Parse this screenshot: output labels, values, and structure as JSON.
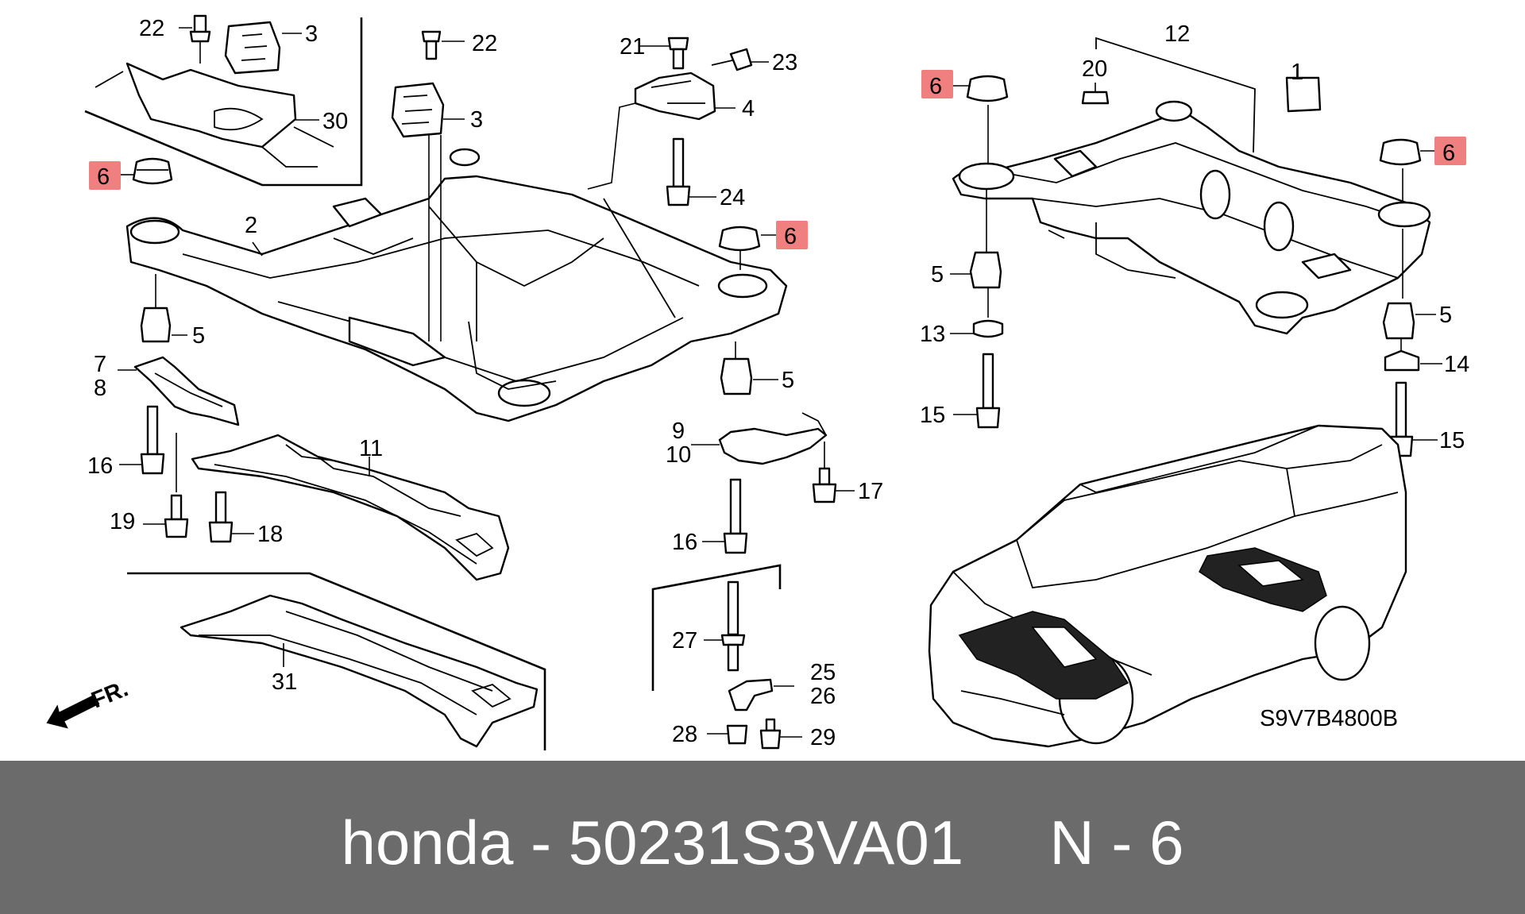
{
  "diagram": {
    "callouts": {
      "c22a": "22",
      "c3a": "3",
      "c30": "30",
      "c6a": "6",
      "c2": "2",
      "c5a": "5",
      "c7": "7",
      "c8": "8",
      "c16a": "16",
      "c19": "19",
      "c18": "18",
      "c11": "11",
      "c31": "31",
      "c22b": "22",
      "c3b": "3",
      "c21": "21",
      "c23": "23",
      "c4": "4",
      "c24": "24",
      "c6b": "6",
      "c5b": "5",
      "c9": "9",
      "c10": "10",
      "c17": "17",
      "c16b": "16",
      "c27": "27",
      "c25": "25",
      "c26": "26",
      "c28": "28",
      "c29": "29",
      "c12": "12",
      "c20": "20",
      "c1": "1",
      "c6c": "6",
      "c6d": "6",
      "c5c": "5",
      "c13": "13",
      "c15a": "15",
      "c5d": "5",
      "c14": "14",
      "c15b": "15"
    },
    "front_label": "FR.",
    "diagram_code": "S9V7B4800B",
    "highlight_color": "#f08080"
  },
  "footer": {
    "text": "honda - 50231S3VA01     N - 6",
    "background": "#6b6b6b"
  }
}
